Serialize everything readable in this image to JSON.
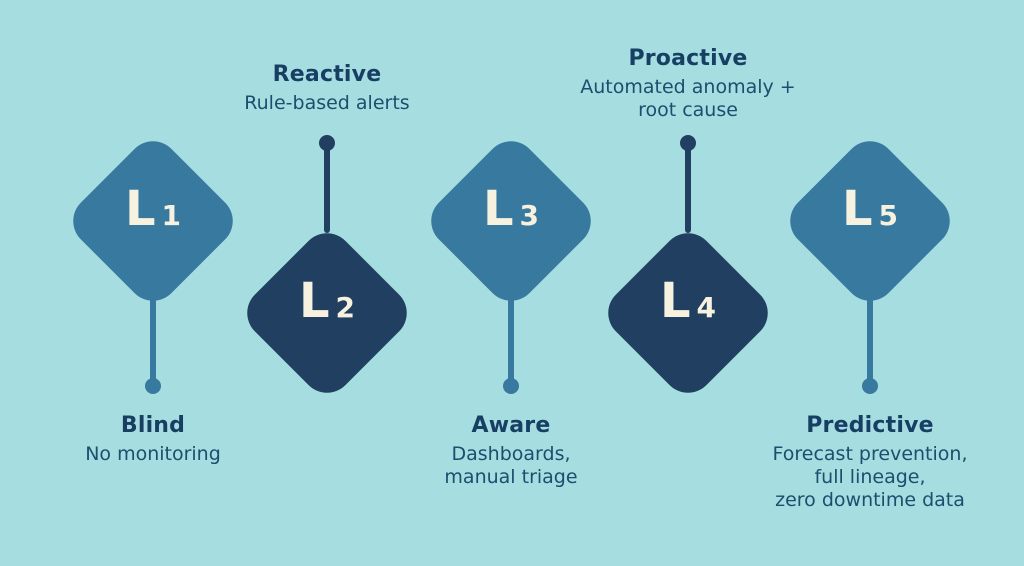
{
  "colors": {
    "bg": "#a6dde0",
    "light": "#38799f",
    "dark": "#213f60",
    "cream": "#f7f2df",
    "ink": "#173f63",
    "ink-soft": "#1a4f6e"
  },
  "levels": [
    {
      "letter": "L",
      "number": "1",
      "tier": "Blind",
      "description": "No monitoring"
    },
    {
      "letter": "L",
      "number": "2",
      "tier": "Reactive",
      "description": "Rule-based alerts"
    },
    {
      "letter": "L",
      "number": "3",
      "tier": "Aware",
      "description": "Dashboards,\nmanual triage"
    },
    {
      "letter": "L",
      "number": "4",
      "tier": "Proactive",
      "description": "Automated anomaly +\nroot cause"
    },
    {
      "letter": "L",
      "number": "5",
      "tier": "Predictive",
      "description": "Forecast prevention,\nfull lineage,\nzero downtime data"
    }
  ]
}
